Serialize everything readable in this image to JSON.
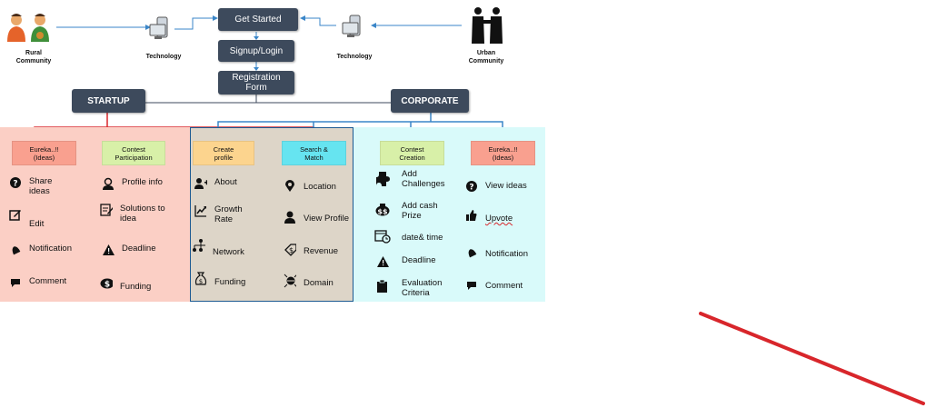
{
  "top": {
    "rural": "Rural\nCommunity",
    "urban": "Urban\nCommunity",
    "tech_left": "Technology",
    "tech_right": "Technology",
    "get_started": "Get Started",
    "signup": "Signup/Login",
    "registration": "Registration\nForm",
    "startup": "STARTUP",
    "corporate": "CORPORATE"
  },
  "startup": {
    "col1": {
      "header": "Eureka..!!\n(Ideas)",
      "items": [
        {
          "icon": "question-icon",
          "label": "Share\nideas"
        },
        {
          "icon": "edit-icon",
          "label": "Edit"
        },
        {
          "icon": "bell-icon",
          "label": "Notification"
        },
        {
          "icon": "comment-icon",
          "label": "Comment"
        }
      ]
    },
    "col2": {
      "header": "Contest\nParticipation",
      "items": [
        {
          "icon": "user-icon",
          "label": "Profile info"
        },
        {
          "icon": "document-edit-icon",
          "label": "Solutions to\nidea"
        },
        {
          "icon": "warning-icon",
          "label": "Deadline"
        },
        {
          "icon": "money-icon",
          "label": "Funding"
        }
      ]
    }
  },
  "middle": {
    "col1": {
      "header": "Create\nprofile",
      "items": [
        {
          "icon": "add-user-icon",
          "label": "About"
        },
        {
          "icon": "growth-chart-icon",
          "label": "Growth\nRate"
        },
        {
          "icon": "network-icon",
          "label": "Network"
        },
        {
          "icon": "money-bag-icon",
          "label": "Funding"
        }
      ]
    },
    "col2": {
      "header": "Search &\nMatch",
      "items": [
        {
          "icon": "location-pin-icon",
          "label": "Location"
        },
        {
          "icon": "user-icon",
          "label": "View Profile"
        },
        {
          "icon": "dollar-tag-icon",
          "label": "Revenue"
        },
        {
          "icon": "globe-icon",
          "label": "Domain"
        }
      ]
    }
  },
  "corporate": {
    "col1": {
      "header": "Contest\nCreation",
      "items": [
        {
          "icon": "puzzle-icon",
          "label": "Add\nChallenges"
        },
        {
          "icon": "cash-icon",
          "label": "Add cash\nPrize"
        },
        {
          "icon": "calendar-clock-icon",
          "label": "date& time"
        },
        {
          "icon": "warning-icon",
          "label": "Deadline"
        },
        {
          "icon": "clipboard-icon",
          "label": "Evaluation\nCriteria"
        }
      ]
    },
    "col2": {
      "header": "Eureka..!!\n(Ideas)",
      "items": [
        {
          "icon": "question-icon",
          "label": "View ideas"
        },
        {
          "icon": "thumbs-up-icon",
          "label": "Upvote"
        },
        {
          "icon": "bell-icon",
          "label": "Notification"
        },
        {
          "icon": "comment-icon",
          "label": "Comment"
        }
      ]
    }
  },
  "colors": {
    "startup_bg": "#fbcfc5",
    "middle_bg": "#ddd5c8",
    "corporate_bg": "#d9fafa",
    "tag_red": "#f9a08f",
    "tag_green": "#d8f0a8",
    "tag_orange": "#fcd48e",
    "tag_cyan": "#66e4f0",
    "navy": "#3d4a5c",
    "annotation_red": "#d8262b"
  }
}
